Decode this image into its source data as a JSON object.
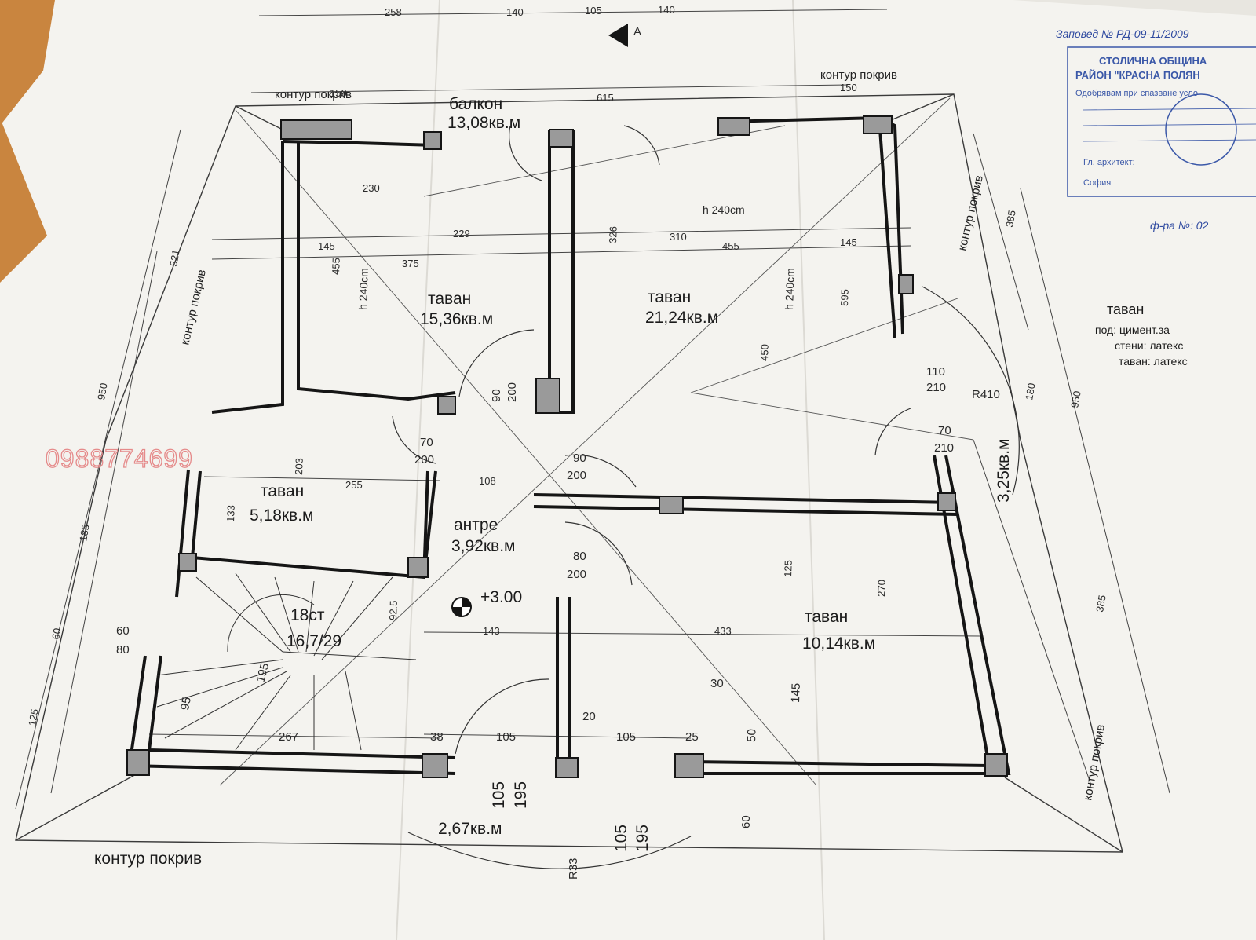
{
  "rooms": {
    "balcony": {
      "name": "балкон",
      "area": "13,08кв.м"
    },
    "attic_1": {
      "name": "таван",
      "area": "15,36кв.м"
    },
    "attic_2": {
      "name": "таван",
      "area": "21,24кв.м"
    },
    "attic_3": {
      "name": "таван",
      "area": "5,18кв.м"
    },
    "hall": {
      "name": "антре",
      "area": "3,92кв.м"
    },
    "attic_4": {
      "name": "таван",
      "area": "10,14кв.м"
    },
    "right_room": {
      "area": "3,25кв.м"
    },
    "bottom_room": {
      "area": "2,67кв.м"
    }
  },
  "labels": {
    "roof_outline": "контур покрив",
    "ceiling_height": "h 240cm",
    "ceiling_height_2": "h  240cm",
    "level": "+3.00",
    "stairs_count": "18ст",
    "stairs_ratio": "16,7/29",
    "radius_1": "R410",
    "radius_2": "R33",
    "section_marker": "A"
  },
  "dimensions": {
    "top_row": [
      "258",
      "140",
      "105",
      "140"
    ],
    "top_roof": [
      "150",
      "615",
      "150"
    ],
    "left": [
      "521",
      "950",
      "185",
      "125",
      "60"
    ],
    "right": [
      "385",
      "950",
      "385",
      "180"
    ],
    "inner": [
      "230",
      "145",
      "229",
      "310",
      "455",
      "375",
      "455",
      "145",
      "595",
      "326",
      "450",
      "125",
      "270",
      "433",
      "143",
      "108",
      "255",
      "203",
      "133",
      "267",
      "38",
      "105",
      "105",
      "25",
      "20",
      "30",
      "50",
      "145",
      "195",
      "92.5",
      "95"
    ],
    "doors": [
      "90\n200",
      "70\n200",
      "90\n200",
      "80\n200",
      "70\n210",
      "110\n210",
      "60\n80"
    ],
    "bottom": [
      "105",
      "195",
      "105",
      "195",
      "60"
    ]
  },
  "legend": {
    "title": "таван",
    "lines": [
      "под:   цимент.за",
      "стени: латекс",
      "таван: латекс"
    ]
  },
  "stamp": {
    "handwritten_top": "Заповед № РД-09-11/2009",
    "line_1": "СТОЛИЧНА ОБЩИНА",
    "line_2": "РАЙОН \"КРАСНА ПОЛЯН",
    "line_3": "Одобрявам при спазване усло",
    "line_4": "Гл. архитект:",
    "line_5": "София",
    "handwritten_bottom": "ф-ра №: 02"
  },
  "watermark": {
    "phone": "0988774699"
  },
  "colors": {
    "table": "#c9853f",
    "paper": "#f4f3ef",
    "ink": "#151515",
    "stamp_ink": "#3b58a8",
    "watermark": "#e58a8a"
  }
}
